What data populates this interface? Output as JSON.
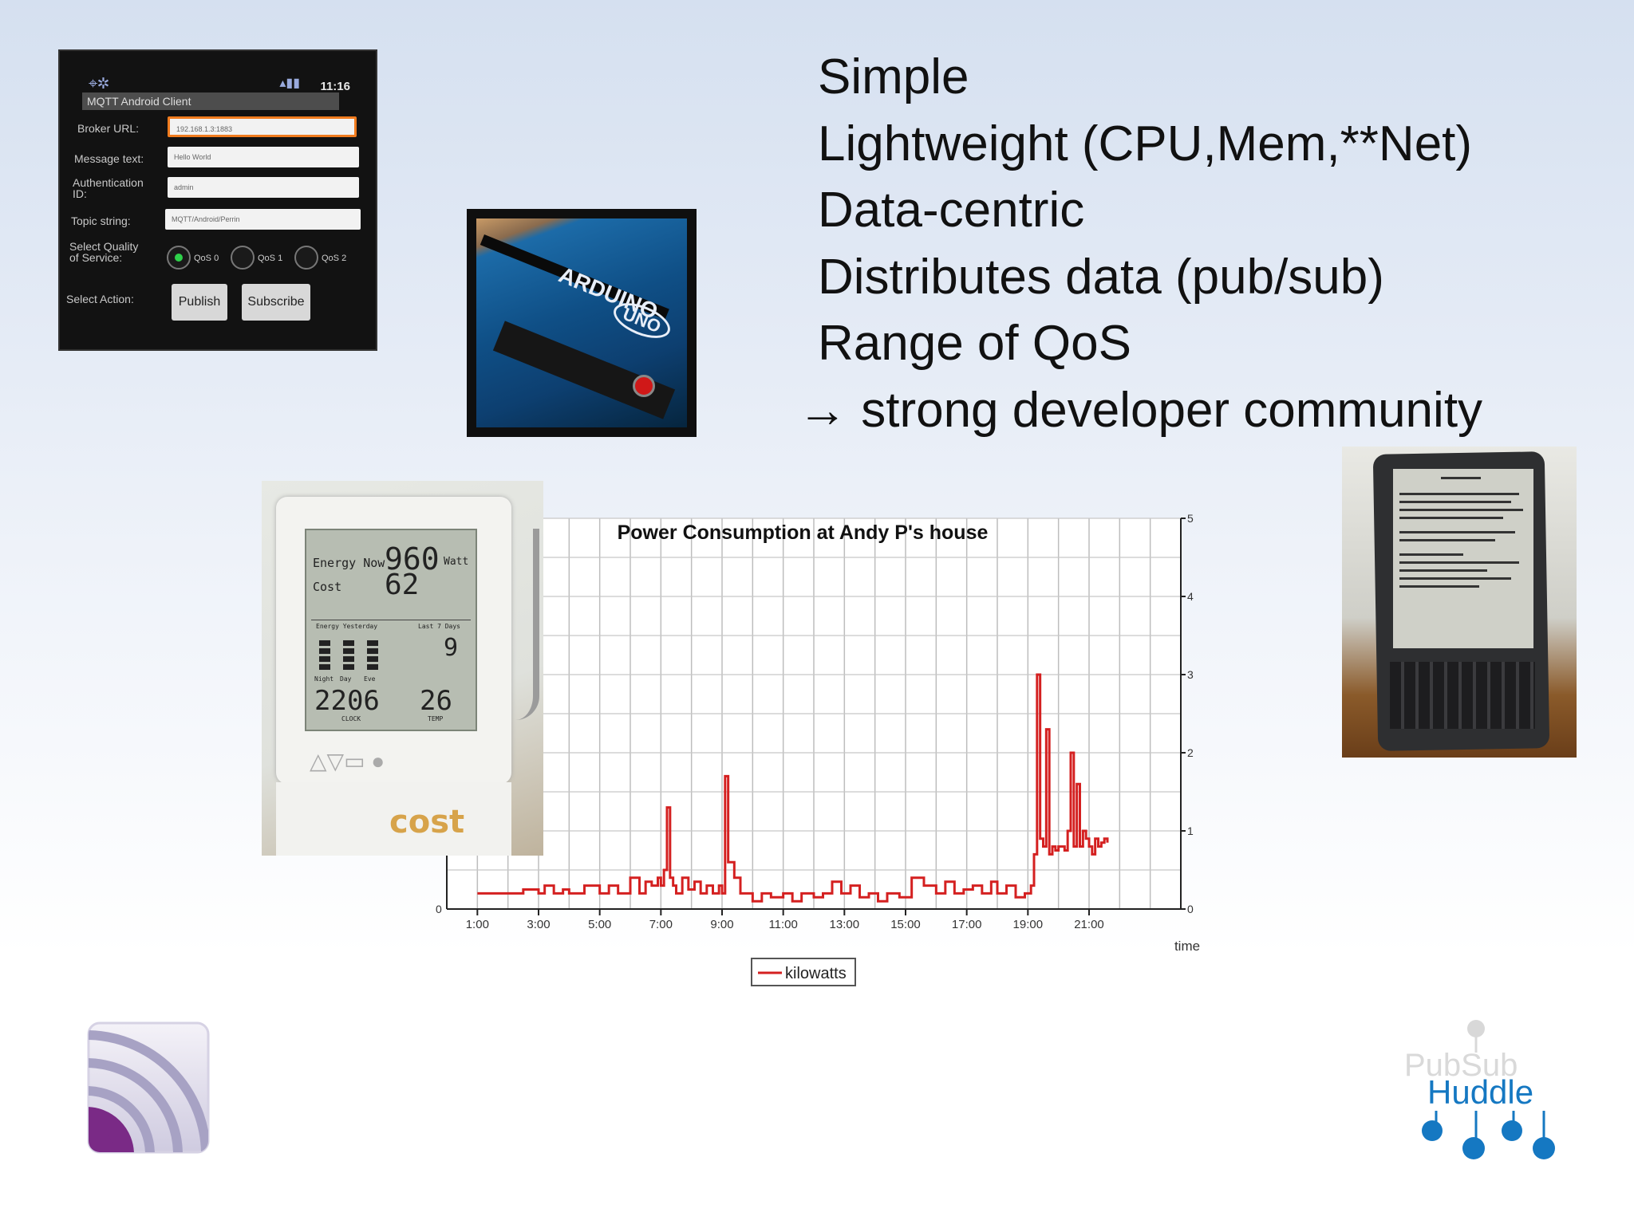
{
  "bullets": [
    "Simple",
    "Lightweight (CPU,Mem,**Net)",
    "Data-centric",
    "Distributes data (pub/sub)",
    "Range of QoS",
    "→ strong developer community"
  ],
  "phone": {
    "time": "11:16",
    "title": "MQTT Android Client",
    "broker_label": "Broker URL:",
    "broker_value": "192.168.1.3:1883",
    "message_label": "Message text:",
    "message_value": "Hello World",
    "auth_label_1": "Authentication",
    "auth_label_2": "ID:",
    "auth_value": "admin",
    "topic_label": "Topic string:",
    "topic_value": "MQTT/Android/Perrin",
    "qos_label_1": "Select Quality",
    "qos_label_2": "of Service:",
    "qos_options": [
      "QoS 0",
      "QoS 1",
      "QoS 2"
    ],
    "action_label": "Select Action:",
    "publish_label": "Publish",
    "subscribe_label": "Subscribe"
  },
  "arduino": {
    "logo_text": "ARDUINO",
    "model": "UNO"
  },
  "meter": {
    "energy_label": "Energy Now",
    "energy_value": "960",
    "energy_unit": "Watt",
    "cost_label": "Cost",
    "cost_value": "62",
    "history_label": "Energy Yesterday",
    "days_label": "Last 7 Days",
    "days_value": "9",
    "bar_labels": [
      "Night",
      "Day",
      "Eve"
    ],
    "clock_value": "2206",
    "clock_label": "CLOCK",
    "temp_value": "26",
    "temp_label": "TEMP",
    "brand": "cost"
  },
  "chart_data": {
    "type": "line",
    "title": "Power Consumption at Andy P's house",
    "xlabel": "time",
    "ylabel": "",
    "x_ticks": [
      "1:00",
      "3:00",
      "5:00",
      "7:00",
      "9:00",
      "11:00",
      "13:00",
      "15:00",
      "17:00",
      "19:00",
      "21:00"
    ],
    "xlim": [
      0,
      24
    ],
    "ylim": [
      0,
      5
    ],
    "y_ticks": [
      0,
      1,
      2,
      3,
      4,
      5
    ],
    "grid": true,
    "legend_position": "bottom-center",
    "series": [
      {
        "name": "kilowatts",
        "color": "#d42020",
        "x": [
          1.0,
          1.5,
          2.0,
          2.5,
          3.0,
          3.2,
          3.5,
          3.8,
          4.0,
          4.5,
          5.0,
          5.3,
          5.6,
          6.0,
          6.3,
          6.5,
          6.7,
          6.9,
          7.0,
          7.1,
          7.2,
          7.3,
          7.4,
          7.5,
          7.7,
          7.9,
          8.1,
          8.3,
          8.5,
          8.7,
          8.9,
          9.0,
          9.1,
          9.2,
          9.4,
          9.6,
          9.8,
          10.0,
          10.3,
          10.6,
          11.0,
          11.3,
          11.6,
          12.0,
          12.3,
          12.6,
          12.9,
          13.2,
          13.5,
          13.8,
          14.1,
          14.4,
          14.8,
          15.2,
          15.6,
          16.0,
          16.3,
          16.6,
          16.9,
          17.2,
          17.5,
          17.8,
          18.0,
          18.3,
          18.6,
          18.9,
          19.1,
          19.2,
          19.3,
          19.4,
          19.5,
          19.6,
          19.7,
          19.8,
          19.9,
          20.0,
          20.1,
          20.2,
          20.3,
          20.4,
          20.5,
          20.6,
          20.7,
          20.8,
          20.9,
          21.0,
          21.1,
          21.2,
          21.3,
          21.4,
          21.5,
          21.6
        ],
        "values": [
          0.2,
          0.2,
          0.2,
          0.25,
          0.2,
          0.3,
          0.2,
          0.25,
          0.2,
          0.3,
          0.2,
          0.3,
          0.2,
          0.4,
          0.2,
          0.35,
          0.3,
          0.4,
          0.3,
          0.5,
          1.3,
          0.4,
          0.3,
          0.2,
          0.4,
          0.25,
          0.35,
          0.2,
          0.3,
          0.2,
          0.3,
          0.2,
          1.7,
          0.6,
          0.4,
          0.2,
          0.2,
          0.1,
          0.2,
          0.15,
          0.2,
          0.1,
          0.2,
          0.15,
          0.2,
          0.35,
          0.2,
          0.3,
          0.15,
          0.2,
          0.1,
          0.2,
          0.15,
          0.4,
          0.3,
          0.2,
          0.35,
          0.2,
          0.25,
          0.3,
          0.2,
          0.35,
          0.2,
          0.3,
          0.15,
          0.2,
          0.3,
          0.7,
          3.0,
          0.9,
          0.8,
          2.3,
          0.7,
          0.8,
          0.75,
          0.8,
          0.8,
          0.75,
          1.0,
          2.0,
          0.8,
          1.6,
          0.8,
          1.0,
          0.9,
          0.8,
          0.7,
          0.9,
          0.8,
          0.85,
          0.9,
          0.85
        ]
      }
    ]
  },
  "logo_right": {
    "line1": "PubSub",
    "line2": "Huddle"
  }
}
